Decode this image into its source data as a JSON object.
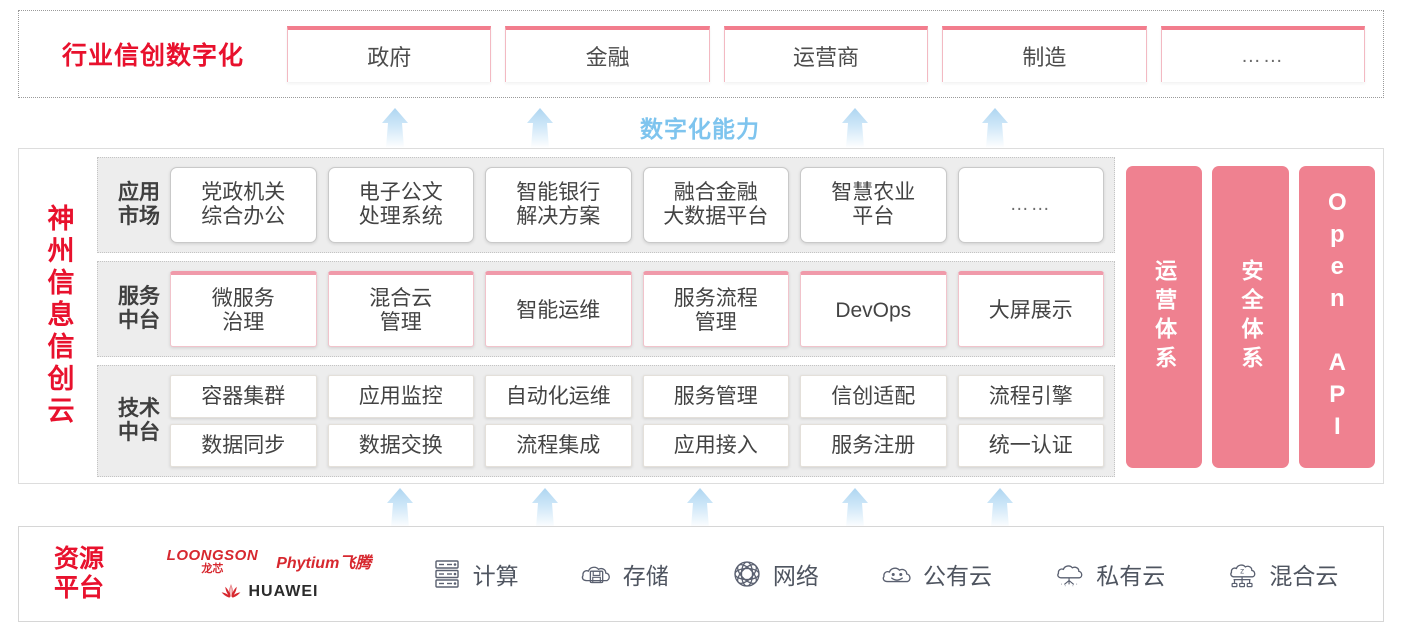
{
  "industry": {
    "title": "行业信创数字化",
    "cards": [
      {
        "label": "政府"
      },
      {
        "label": "金融"
      },
      {
        "label": "运营商"
      },
      {
        "label": "制造"
      },
      {
        "label": "……"
      }
    ]
  },
  "capability": {
    "label": "数字化能力",
    "arrow_count_upper": 4,
    "arrow_count_lower": 5,
    "arrow_color": "#bfe0f5"
  },
  "cloud": {
    "title": "神州信息信创云",
    "layers": [
      {
        "label": "应用市场",
        "cards": [
          {
            "label": "党政机关\n综合办公"
          },
          {
            "label": "电子公文\n处理系统"
          },
          {
            "label": "智能银行\n解决方案"
          },
          {
            "label": "融合金融\n大数据平台"
          },
          {
            "label": "智慧农业\n平台"
          },
          {
            "label": "……"
          }
        ]
      },
      {
        "label": "服务中台",
        "cards": [
          {
            "label": "微服务\n治理"
          },
          {
            "label": "混合云\n管理"
          },
          {
            "label": "智能运维"
          },
          {
            "label": "服务流程\n管理"
          },
          {
            "label": "DevOps"
          },
          {
            "label": "大屏展示"
          }
        ]
      },
      {
        "label": "技术中台",
        "row1": [
          {
            "label": "容器集群"
          },
          {
            "label": "应用监控"
          },
          {
            "label": "自动化运维"
          },
          {
            "label": "服务管理"
          },
          {
            "label": "信创适配"
          },
          {
            "label": "流程引擎"
          }
        ],
        "row2": [
          {
            "label": "数据同步"
          },
          {
            "label": "数据交换"
          },
          {
            "label": "流程集成"
          },
          {
            "label": "应用接入"
          },
          {
            "label": "服务注册"
          },
          {
            "label": "统一认证"
          }
        ]
      }
    ],
    "pillars": [
      {
        "label": "运营体系",
        "lang": "cn"
      },
      {
        "label": "安全体系",
        "lang": "cn"
      },
      {
        "label": "Open API",
        "lang": "en"
      }
    ]
  },
  "resource": {
    "title": "资源\n平台",
    "vendors": [
      {
        "name": "LOONGSON",
        "sub": "龙芯"
      },
      {
        "name": "Phytium飞腾"
      },
      {
        "name": "HUAWEI"
      }
    ],
    "items": [
      {
        "label": "计算",
        "icon": "server-icon"
      },
      {
        "label": "存储",
        "icon": "cloud-storage-icon"
      },
      {
        "label": "网络",
        "icon": "network-icon"
      },
      {
        "label": "公有云",
        "icon": "public-cloud-icon"
      },
      {
        "label": "私有云",
        "icon": "private-cloud-icon"
      },
      {
        "label": "混合云",
        "icon": "hybrid-cloud-icon"
      }
    ]
  },
  "colors": {
    "brand_red": "#e8112d",
    "pink": "#ef8190",
    "card_pink_border": "#f3b9c2",
    "arrow_blue": "#bfe0f5",
    "layer_bg": "#ededed"
  }
}
